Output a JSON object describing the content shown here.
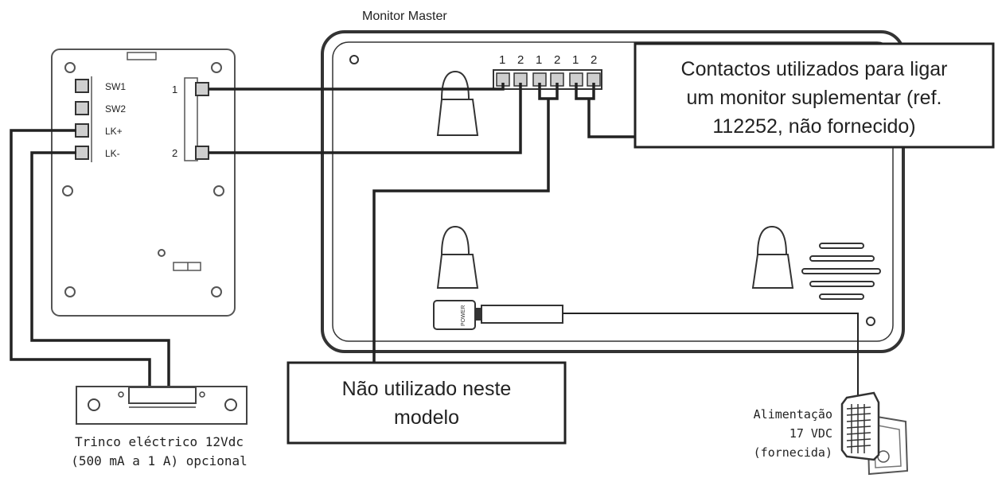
{
  "monitor": {
    "title": "Monitor Master",
    "terminal_labels": [
      "1",
      "2",
      "1",
      "2",
      "1",
      "2"
    ]
  },
  "door_station": {
    "terminals_left": [
      "SW1",
      "SW2",
      "LK+",
      "LK-"
    ],
    "terminals_right": [
      "1",
      "2"
    ]
  },
  "callouts": {
    "contacts": [
      "Contactos utilizados para ligar",
      "um monitor suplementar (ref.",
      "112252, não fornecido)"
    ],
    "unused": [
      "Não utilizado neste",
      "modelo"
    ]
  },
  "lock": {
    "caption": [
      "Trinco eléctrico 12Vdc",
      "(500 mA a 1 A) opcional"
    ]
  },
  "power": {
    "plug_label": "POWER",
    "caption": [
      "Alimentação",
      "17 VDC",
      "(fornecida)"
    ]
  },
  "colors": {
    "line": "#222222",
    "panel_stroke": "#333333",
    "terminal_fill": "#cfcfcf"
  }
}
